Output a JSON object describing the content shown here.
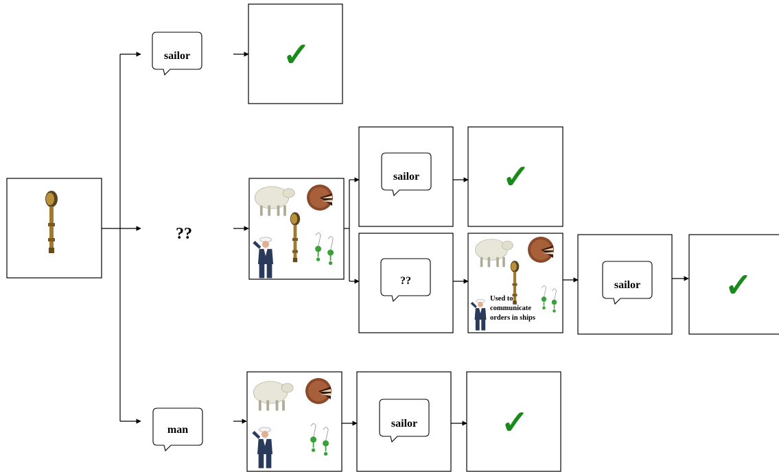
{
  "bubble_labels": {
    "top": "sailor",
    "middle_result": "sailor",
    "middle_unknown": "??",
    "far_right": "sailor",
    "bottom_first": "man",
    "bottom_result": "sailor"
  },
  "unknown_label": "??",
  "hint_caption": {
    "line1": "Used to",
    "line2": "communicate",
    "line3": "orders in ships"
  },
  "check_mark": "✓",
  "colors": {
    "check": "#1a8a1a",
    "sheep": "#e8e6d8",
    "cake": "#8a4a2a",
    "suit": "#2a3a5a",
    "earring": "#3aa03a",
    "brass": "#8a6a2a"
  },
  "icons": [
    "voice-tube-icon",
    "sheep-icon",
    "cake-icon",
    "sailor-figure-icon",
    "earrings-icon",
    "check-icon"
  ]
}
